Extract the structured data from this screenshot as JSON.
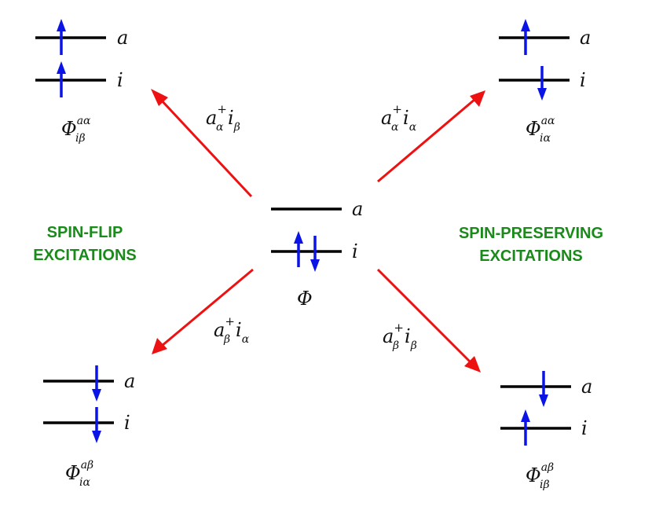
{
  "center": {
    "level_upper": "a",
    "level_lower": "i",
    "state_symbol": "Φ"
  },
  "headings": {
    "left_line1": "SPIN-FLIP",
    "left_line2": "EXCITATIONS",
    "right_line1": "SPIN-PRESERVING",
    "right_line2": "EXCITATIONS"
  },
  "top_left": {
    "level_upper": "a",
    "level_lower": "i",
    "operator": {
      "create": "a",
      "create_sup": "+",
      "create_sub": "α",
      "annihilate": "i",
      "annihilate_sub": "β"
    },
    "state": {
      "symbol": "Φ",
      "sup": "aα",
      "sub": "iβ"
    }
  },
  "top_right": {
    "level_upper": "a",
    "level_lower": "i",
    "operator": {
      "create": "a",
      "create_sup": "+",
      "create_sub": "α",
      "annihilate": "i",
      "annihilate_sub": "α"
    },
    "state": {
      "symbol": "Φ",
      "sup": "aα",
      "sub": "iα"
    }
  },
  "bottom_left": {
    "level_upper": "a",
    "level_lower": "i",
    "operator": {
      "create": "a",
      "create_sup": "+",
      "create_sub": "β",
      "annihilate": "i",
      "annihilate_sub": "α"
    },
    "state": {
      "symbol": "Φ",
      "sup": "aβ",
      "sub": "iα"
    }
  },
  "bottom_right": {
    "level_upper": "a",
    "level_lower": "i",
    "operator": {
      "create": "a",
      "create_sup": "+",
      "create_sub": "β",
      "annihilate": "i",
      "annihilate_sub": "β"
    },
    "state": {
      "symbol": "Φ",
      "sup": "aβ",
      "sub": "iβ"
    }
  },
  "colors": {
    "arrow": "#ee1111",
    "spin": "#0a14e6",
    "heading": "#1a8a1a",
    "level": "#000000"
  }
}
